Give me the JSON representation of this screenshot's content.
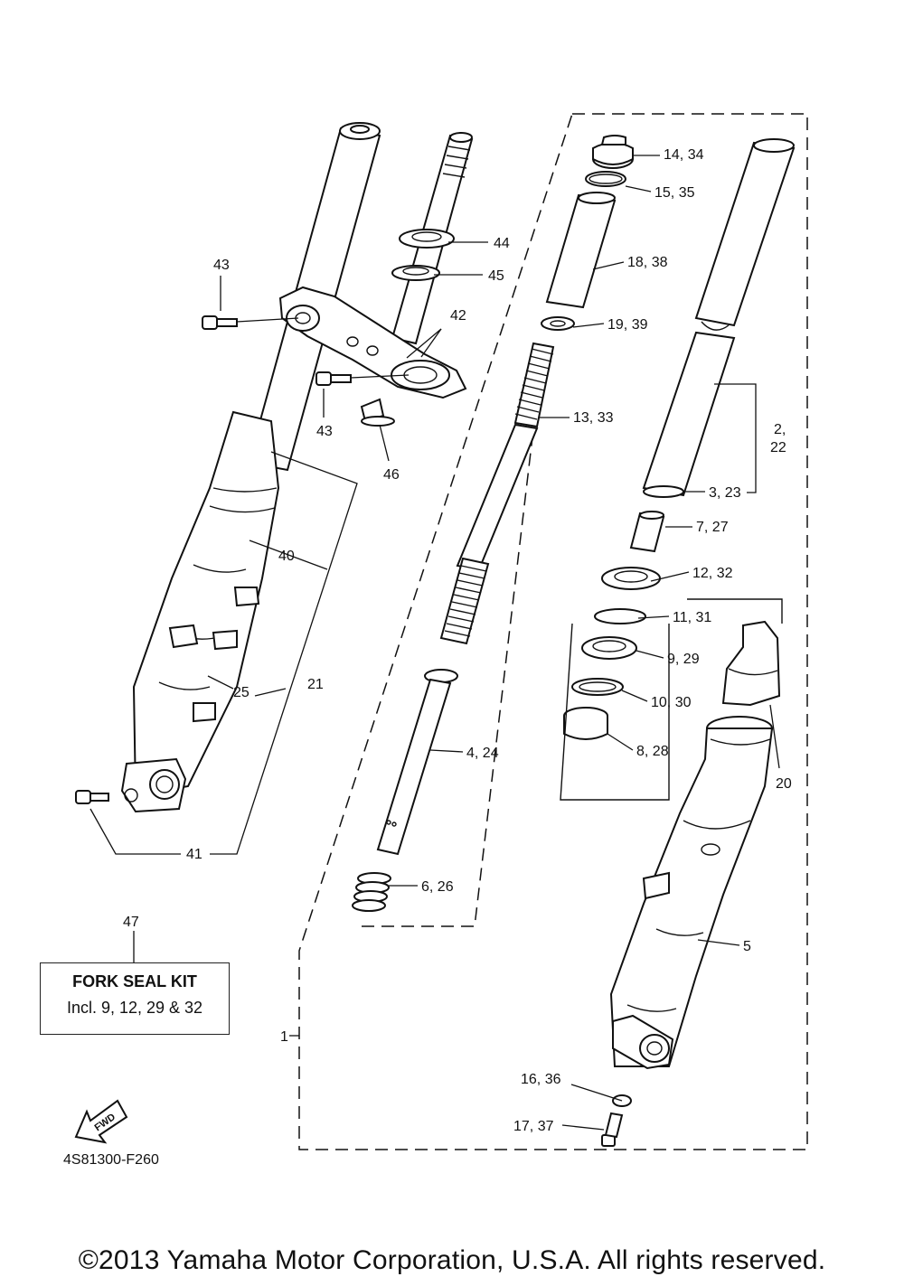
{
  "callouts": {
    "c_14_34": "14, 34",
    "c_15_35": "15, 35",
    "c_18_38": "18, 38",
    "c_19_39": "19, 39",
    "c_13_33": "13, 33",
    "c_2_22": [
      "2,",
      "22"
    ],
    "c_3_23": "3, 23",
    "c_7_27": "7, 27",
    "c_12_32": "12, 32",
    "c_11_31": "11, 31",
    "c_9_29": "9, 29",
    "c_10_30": "10, 30",
    "c_8_28": "8, 28",
    "c_4_24": "4, 24",
    "c_6_26": "6, 26",
    "c_20": "20",
    "c_5": "5",
    "c_16_36": "16, 36",
    "c_17_37": "17, 37",
    "c_1": "1",
    "c_44": "44",
    "c_45": "45",
    "c_42": "42",
    "c_43_top": "43",
    "c_43_mid": "43",
    "c_46": "46",
    "c_40": "40",
    "c_25": "25",
    "c_21": "21",
    "c_41": "41",
    "c_47": "47"
  },
  "kit": {
    "title": "FORK SEAL KIT",
    "subtitle": "Incl. 9, 12, 29 & 32"
  },
  "fwd_label": "FWD",
  "diagram_code": "4S81300-F260",
  "copyright": "©2013 Yamaha Motor Corporation, U.S.A. All rights reserved."
}
